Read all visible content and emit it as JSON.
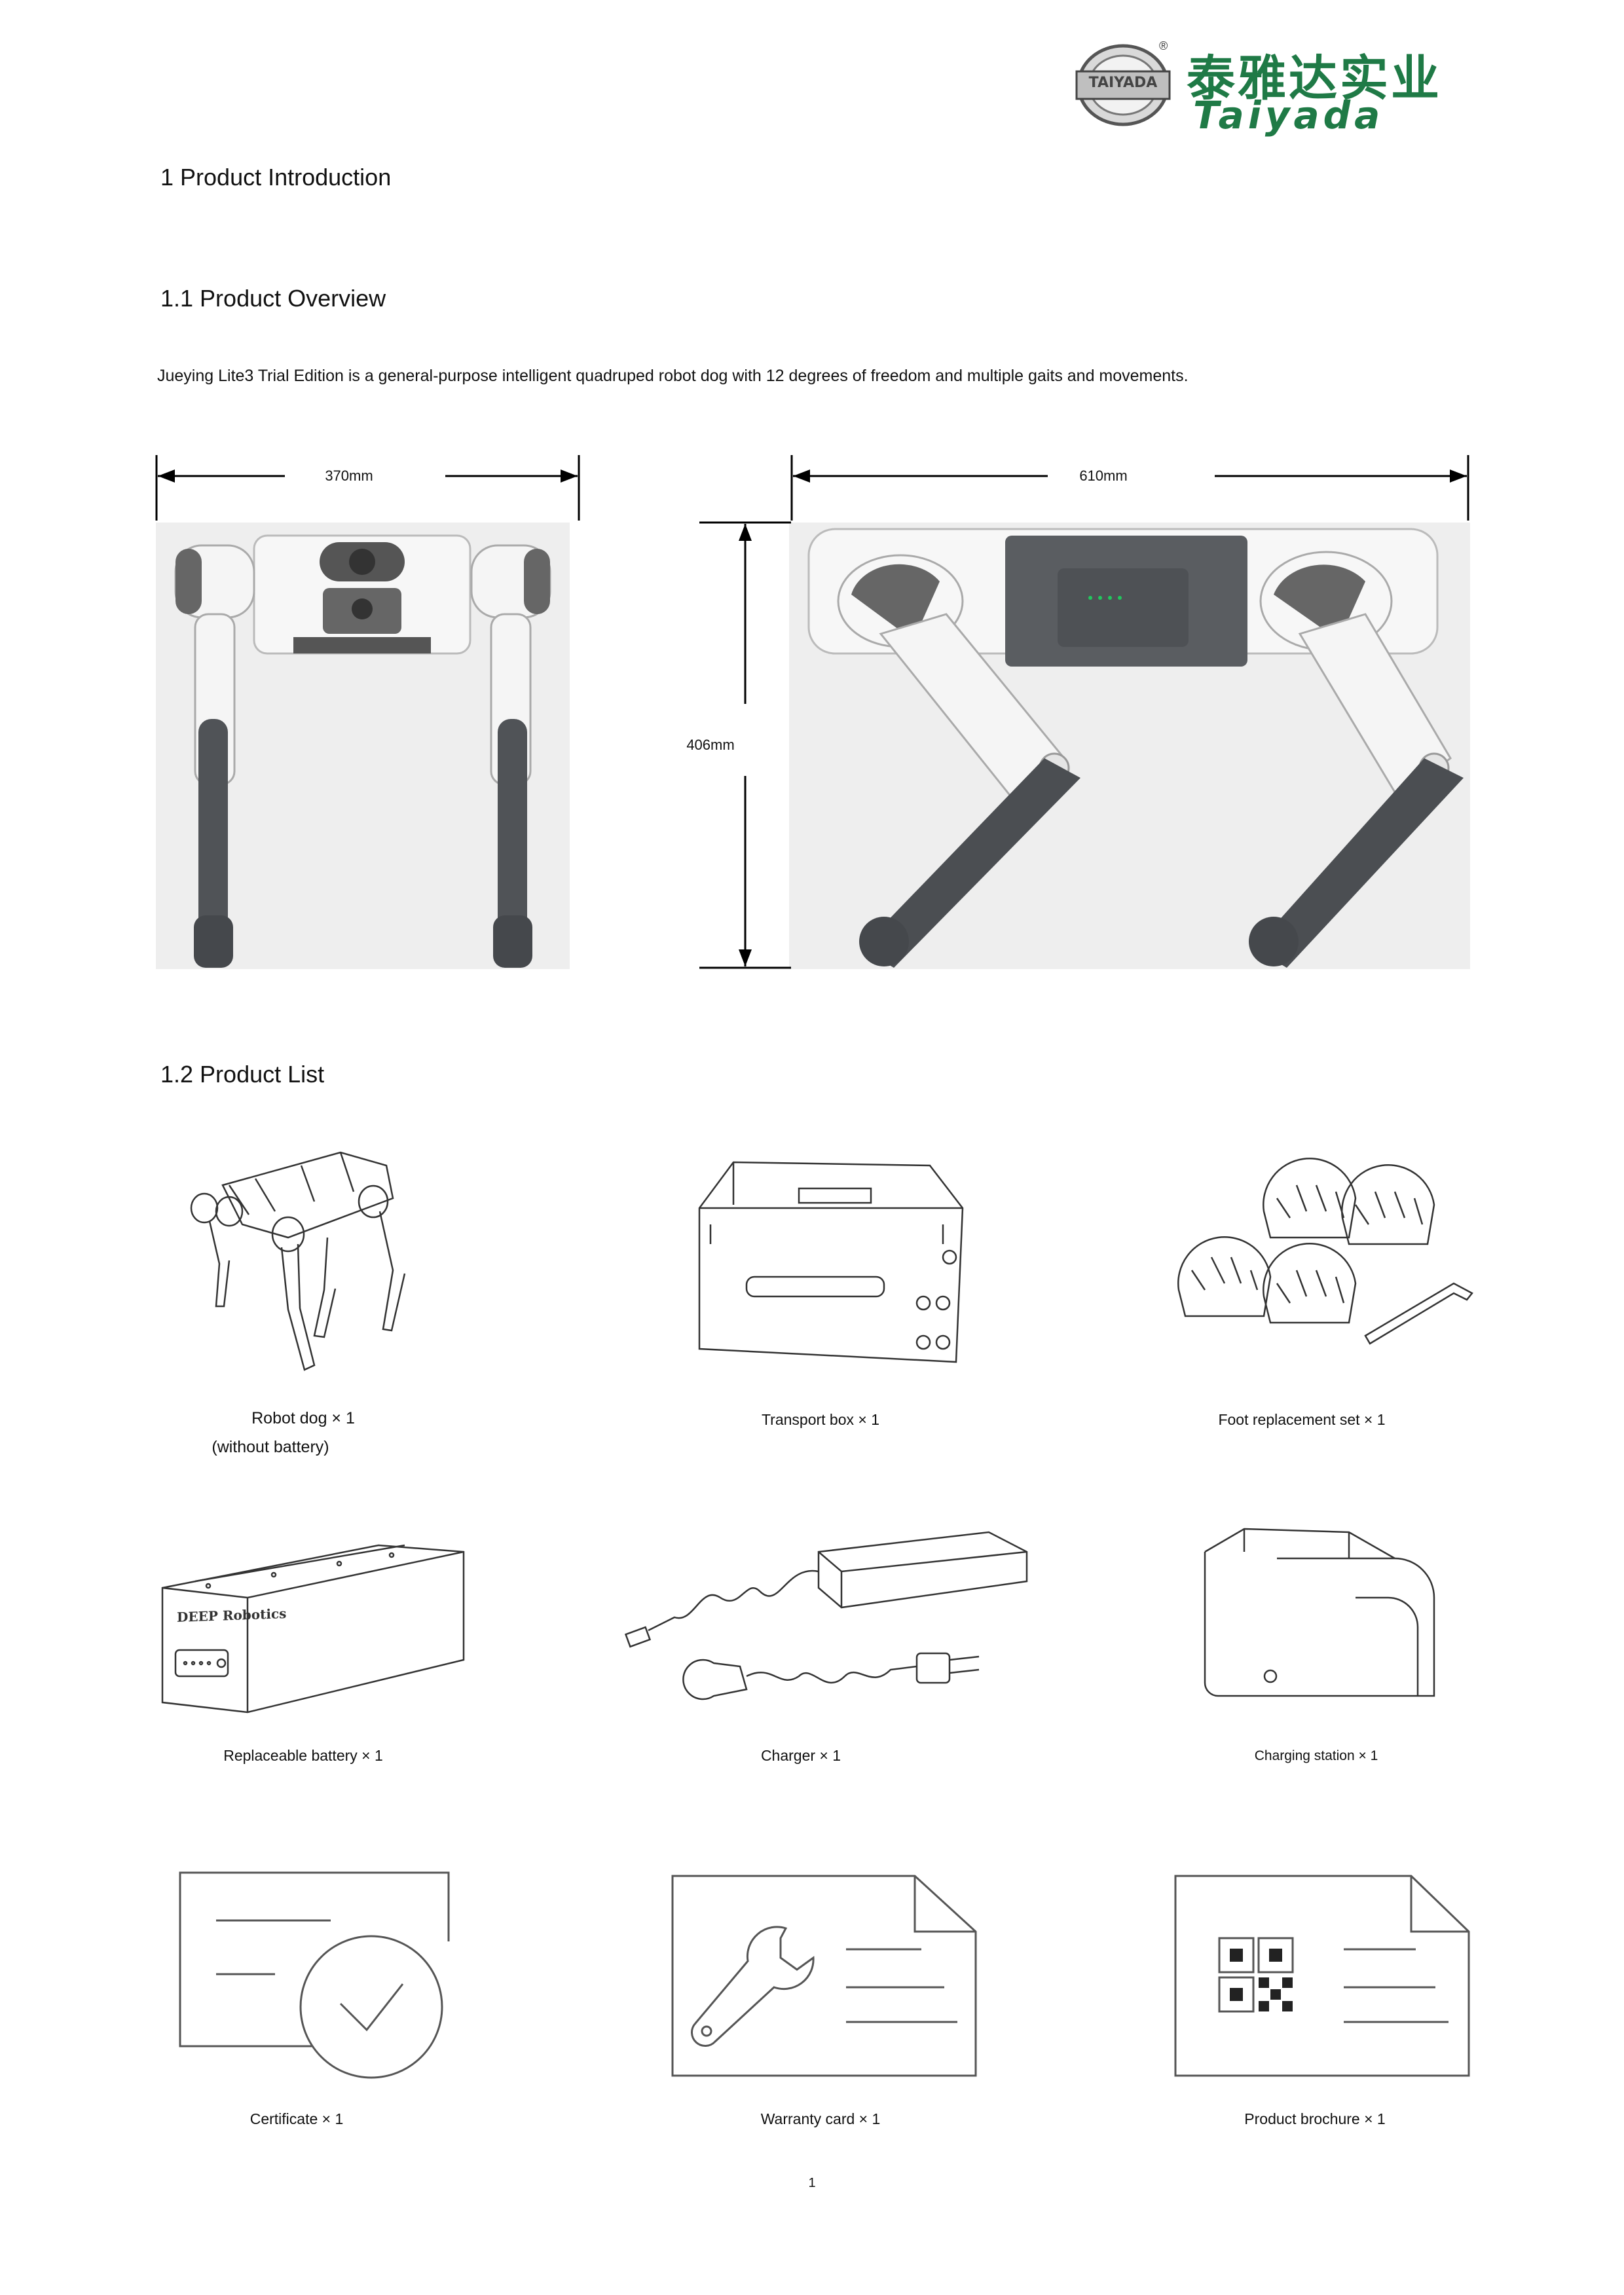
{
  "brand": {
    "badge": "TAIYADA",
    "registered": "®",
    "name_cn": "泰雅达实业",
    "name_en": "Taiyada",
    "color": "#1f7a46"
  },
  "sections": {
    "intro_title": "1 Product Introduction",
    "overview_title": "1.1 Product Overview",
    "overview_text": "Jueying Lite3 Trial Edition is a general-purpose intelligent quadruped robot dog with 12 degrees of freedom and multiple gaits and movements.",
    "list_title": "1.2 Product List"
  },
  "dimensions": {
    "width": "370mm",
    "length": "610mm",
    "height": "406mm"
  },
  "products": {
    "robot_dog": "Robot dog × 1",
    "robot_dog_note": "(without battery)",
    "transport_box": "Transport box × 1",
    "foot_set": "Foot replacement set × 1",
    "battery": "Replaceable battery × 1",
    "charger": "Charger × 1",
    "charging_station": "Charging station × 1",
    "certificate": "Certificate × 1",
    "warranty": "Warranty card × 1",
    "brochure": "Product brochure × 1"
  },
  "battery_label": "DEEP Robotics",
  "page_number": "1"
}
